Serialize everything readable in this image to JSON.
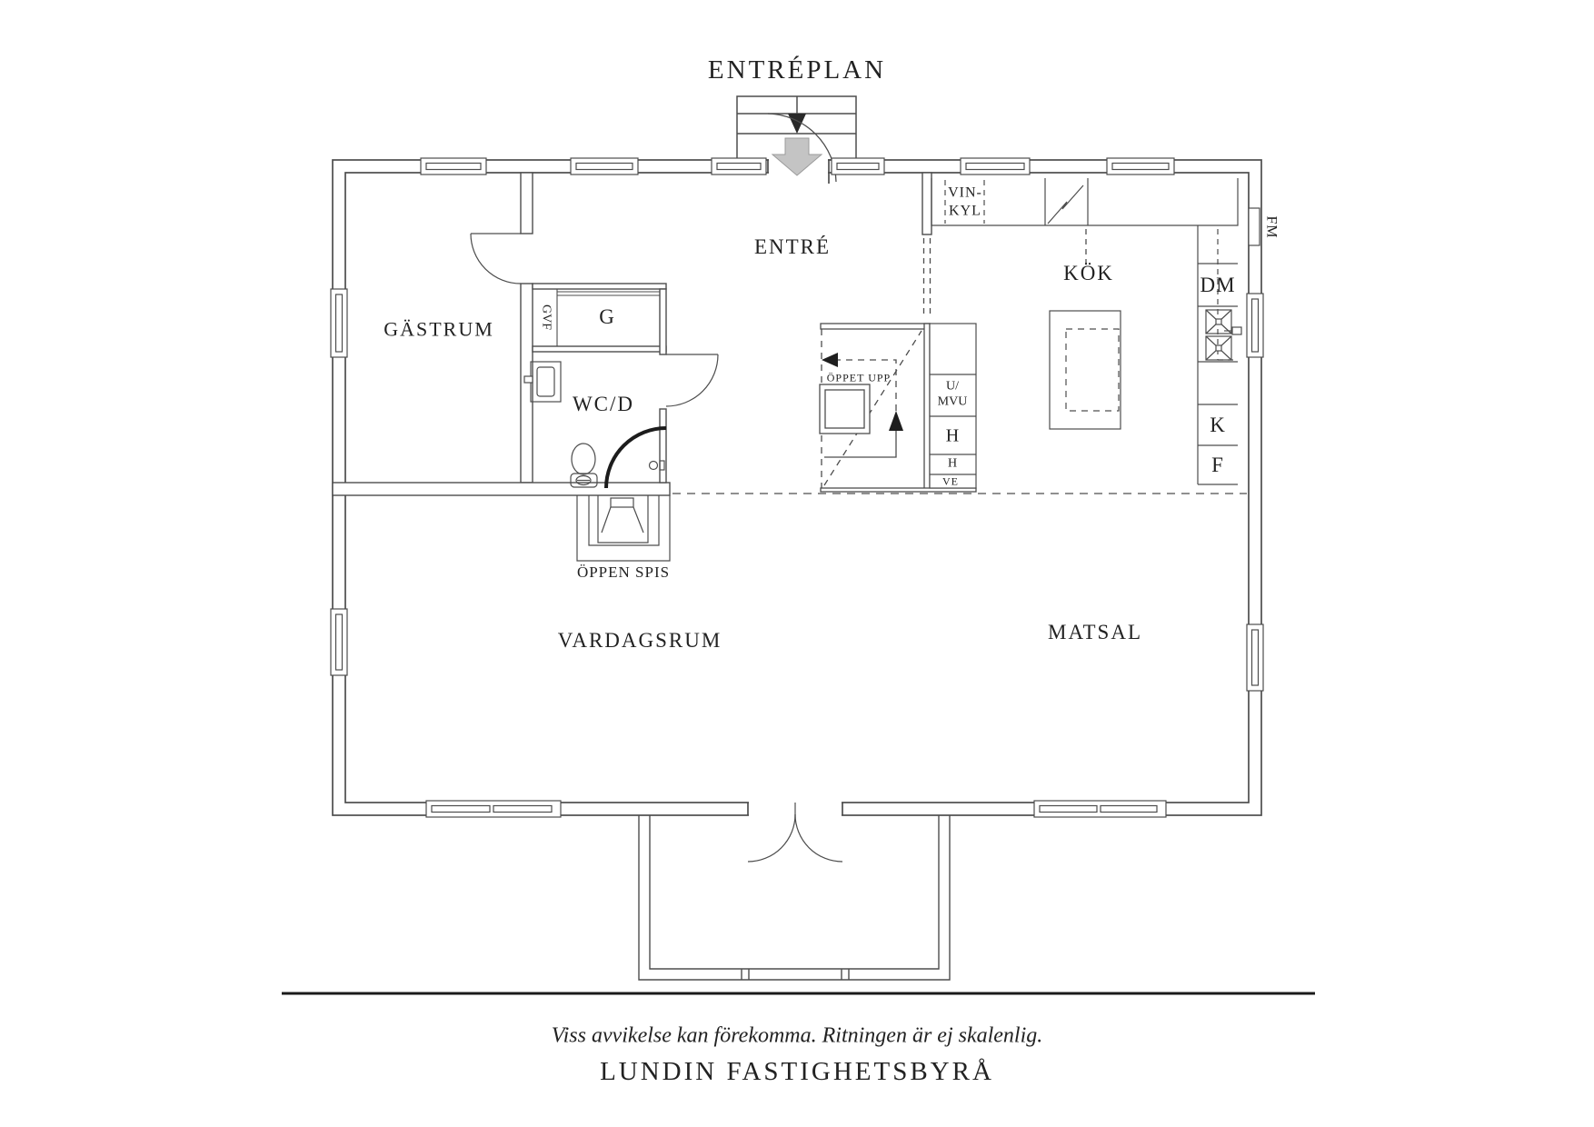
{
  "title": "ENTRÉPLAN",
  "rooms": {
    "entre": "ENTRÉ",
    "kok": "KÖK",
    "gastrum": "GÄSTRUM",
    "wcd": "WC/D",
    "vardagsrum": "VARDAGSRUM",
    "matsal": "MATSAL"
  },
  "fixtures": {
    "vinkyl_line1": "VIN-",
    "vinkyl_line2": "KYL",
    "fm": "FM",
    "dm": "DM",
    "kyl": "K",
    "frys": "F",
    "g": "G",
    "gvf": "GVF",
    "u_line1": "U/",
    "u_line2": "MVU",
    "h_upper": "H",
    "h_lower": "H",
    "ve": "VE",
    "oppet_upp": "ÖPPET UPP",
    "oppen_spis": "ÖPPEN SPIS"
  },
  "footer": {
    "disclaimer": "Viss avvikelse kan förekomma. Ritningen är ej skalenlig.",
    "brand": "LUNDIN FASTIGHETSBYRÅ"
  },
  "colors": {
    "line": "#4d4d4d",
    "text": "#222222",
    "entry_arrow_fill": "#c4c4c4",
    "entry_arrow_stroke": "#9b9b9b",
    "divider": "#1a1a1a"
  }
}
